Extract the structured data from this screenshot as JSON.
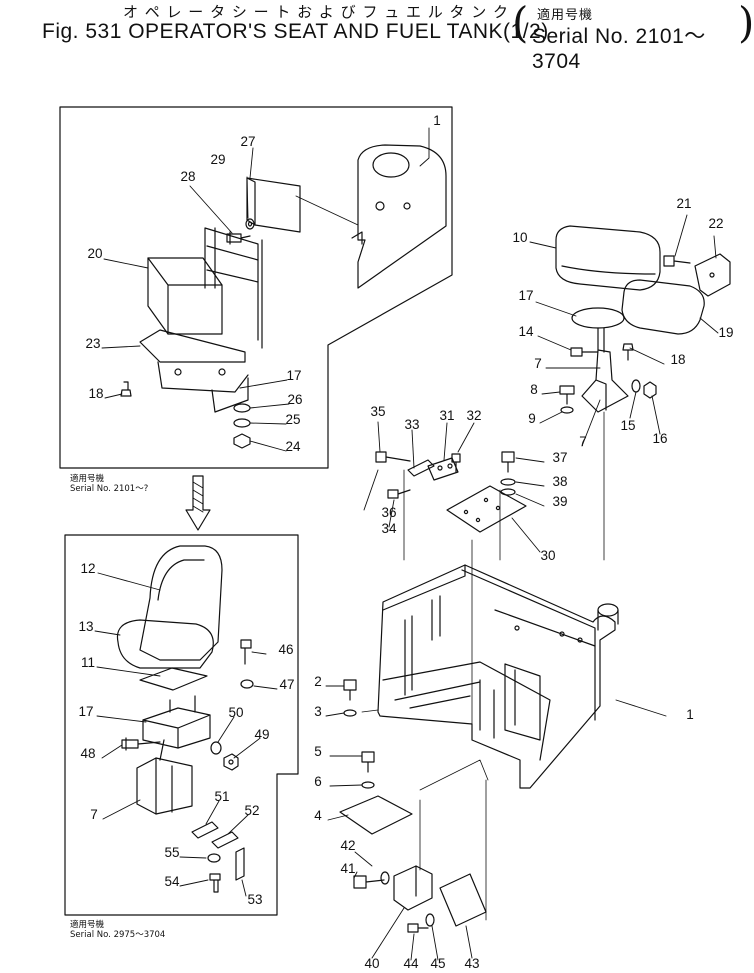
{
  "header": {
    "title_jp": "オ ペ レ ー タ シ ー ト お よ び フ ュ エ ル タ ン ク",
    "title_en": "Fig. 531 OPERATOR'S SEAT AND FUEL TANK(1/2)",
    "serial_jp": "適用号機",
    "serial_en": "Serial No. 2101～3704"
  },
  "insets": [
    {
      "tag_jp": "適用号機",
      "tag_en": "Serial No. 2101～?"
    },
    {
      "tag_jp": "適用号機",
      "tag_en": "Serial No. 2975～3704"
    }
  ],
  "callouts": [
    "1",
    "27",
    "29",
    "28",
    "20",
    "23",
    "18",
    "17",
    "26",
    "25",
    "24",
    "12",
    "13",
    "46",
    "11",
    "47",
    "17",
    "50",
    "49",
    "48",
    "7",
    "51",
    "52",
    "55",
    "54",
    "53",
    "21",
    "22",
    "10",
    "17",
    "19",
    "14",
    "18",
    "7",
    "8",
    "9",
    "7",
    "15",
    "16",
    "35",
    "33",
    "31",
    "32",
    "37",
    "38",
    "36",
    "34",
    "39",
    "30",
    "2",
    "3",
    "1",
    "5",
    "6",
    "4",
    "42",
    "41",
    "40",
    "44",
    "45",
    "43"
  ]
}
